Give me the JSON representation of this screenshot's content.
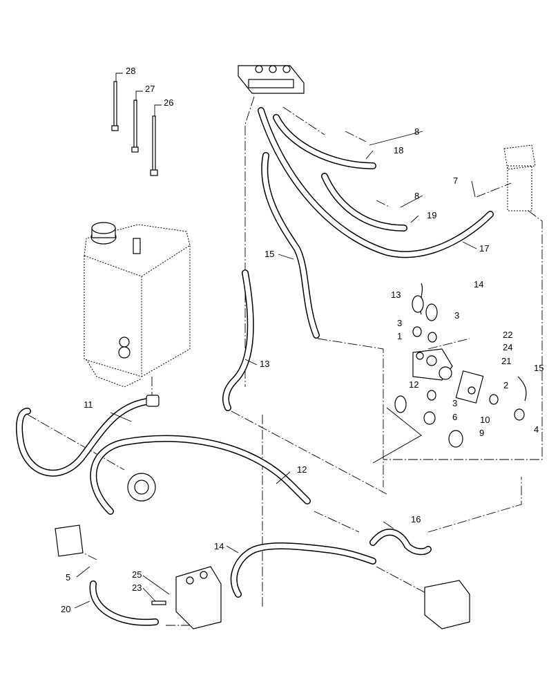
{
  "diagram": {
    "type": "exploded parts diagram",
    "callouts": [
      "1",
      "2",
      "3",
      "3",
      "3",
      "4",
      "5",
      "6",
      "7",
      "8",
      "8",
      "9",
      "10",
      "11",
      "12",
      "12",
      "13",
      "13",
      "14",
      "14",
      "15",
      "15",
      "16",
      "17",
      "18",
      "19",
      "20",
      "21",
      "22",
      "23",
      "24",
      "25",
      "26",
      "27",
      "28"
    ]
  }
}
